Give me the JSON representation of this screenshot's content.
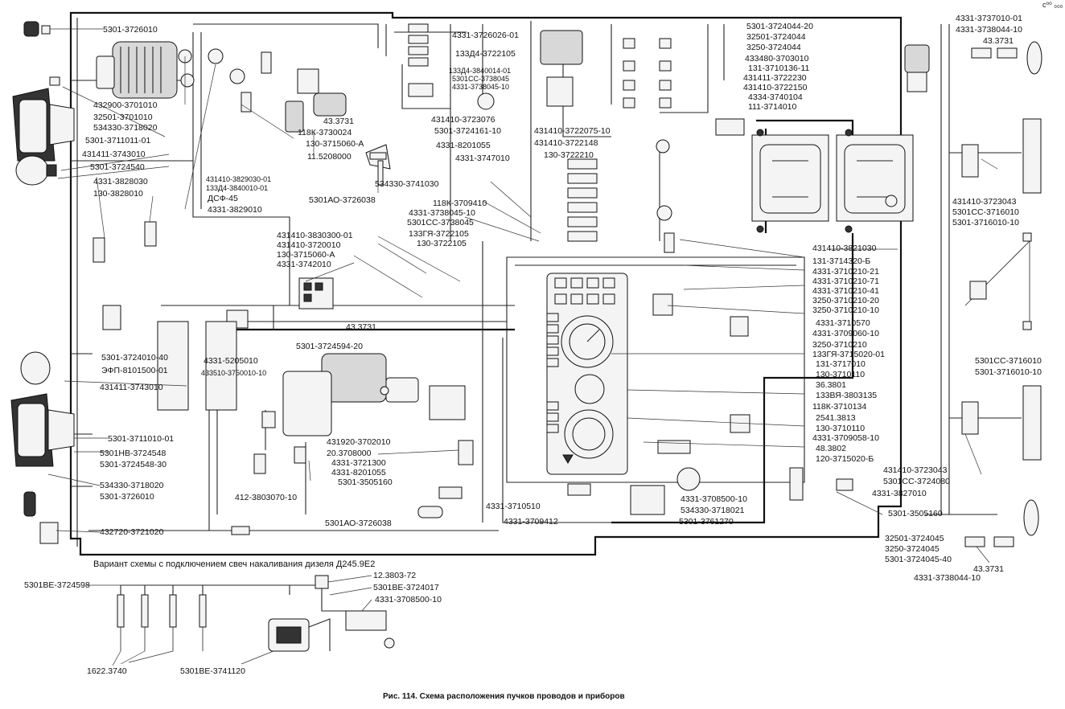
{
  "caption": "Рис. 114. Схема расположения пучков проводов и приборов",
  "corner_mark": "с⁰⁰ ₀₀₀",
  "variant_title": "Вариант схемы   с подключением свеч накаливания дизеля Д245.9Е2",
  "labels": {
    "l_5301_3726010_top": "5301-3726010",
    "l_432900_3701010": "432900-3701010",
    "l_32501_3701010": "32501-3701010",
    "l_534330_3718020_top": "534330-3718020",
    "l_5301_3711011_01": "5301-3711011-01",
    "l_431411_3743010_top": "431411-3743010",
    "l_5301_3724540": "5301-3724540",
    "l_4331_3828030": "4331-3828030",
    "l_130_3828010": "130-3828010",
    "l_43_3731_a": "43.3731",
    "l_118k_3730024": "118К-3730024",
    "l_130_3715060_a_top": "130-3715060-А",
    "l_11_5208000": "11.5208000",
    "l_431410_3829030_01": "431410-3829030-01",
    "l_133d4_3840010_01": "133Д4-3840010-01",
    "l_dsf_45": "ДСФ-45",
    "l_4331_3829010": "4331-3829010",
    "l_5301ao_3726038_top": "5301АО-3726038",
    "l_534330_3741030": "534330-3741030",
    "l_4331_3726026_01": "4331-3726026-01",
    "l_133d4_3722105": "133Д4-3722105",
    "l_133d4_3840014_01": "133Д4-3840014-01",
    "l_5301ss_3738045_a": "5301СС-3738045",
    "l_4331_3738045_10_a": "4331-3738045-10",
    "l_431410_3723076": "431410-3723076",
    "l_5301_3724161_10": "5301-3724161-10",
    "l_4331_8201055_top": "4331-8201055",
    "l_431410_3722075_10": "431410-3722075-10",
    "l_431410_3722148": "431410-3722148",
    "l_130_3722210": "130-3722210",
    "l_4331_3747010": "4331-3747010",
    "l_5301_3724044_20": "5301-3724044-20",
    "l_32501_3724044": "32501-3724044",
    "l_3250_3724044": "3250-3724044",
    "l_433480_3703010": "433480-3703010",
    "l_131_3710136_11": "131-3710136-11",
    "l_431411_3722230": "431411-3722230",
    "l_431410_3722150": "431410-3722150",
    "l_4334_3740104": "4334-3740104",
    "l_111_3714010": "111-3714010",
    "l_4331_3737010_01": "4331-3737010-01",
    "l_4331_3738044_10_top": "4331-3738044-10",
    "l_43_3731_tr": "43.3731",
    "l_118k_3709410": "118К-3709410",
    "l_4331_3738045_10_b": "4331-3738045-10",
    "l_5301ss_3738045_b": "5301СС-3738045",
    "l_133gya_3722105": "133ГЯ-3722105",
    "l_130_3722105": "130-3722105",
    "l_431410_3830300_01": "431410-3830300-01",
    "l_431410_3720010": "431410-3720010",
    "l_130_3715060_a_mid": "130-3715060-А",
    "l_4331_3742010": "4331-3742010",
    "l_43_3731_mid": "43.3731",
    "l_5301_3724594_20": "5301-3724594-20",
    "l_5301_3724010_40": "5301-3724010-40",
    "l_efp_8101500_01": "ЭФП-8101500-01",
    "l_4331_5205010": "4331-5205010",
    "l_433510_3750010_10": "433510-3750010-10",
    "l_431411_3743010_mid": "431411-3743010",
    "l_5301_3711010_01": "5301-3711010-01",
    "l_5301nv_3724548": "5301НВ-3724548",
    "l_5301_3724548_30": "5301-3724548-30",
    "l_534330_3718020_bot": "534330-3718020",
    "l_5301_3726010_bot": "5301-3726010",
    "l_432720_3721020": "432720-3721020",
    "l_431920_3702010": "431920-3702010",
    "l_20_3708000": "20.3708000",
    "l_4331_3721300": "4331-3721300",
    "l_4331_8201055_bot": "4331-8201055",
    "l_5301_3505160_a": "5301-3505160",
    "l_412_3803070_10": "412-3803070-10",
    "l_5301ao_3726038_bot": "5301АО-3726038",
    "l_4331_3710510": "4331-3710510",
    "l_4331_3709412": "4331-3709412",
    "l_4331_3708500_10_a": "4331-3708500-10",
    "l_534330_3718021": "534330-3718021",
    "l_5301_3761270": "5301-3761270",
    "l_431410_3821030": "431410-3821030",
    "l_131_3714320_b": "131-3714320-Б",
    "l_4331_3710210_21": "4331-3710210-21",
    "l_4331_3710210_71": "4331-3710210-71",
    "l_4331_3710210_41": "4331-3710210-41",
    "l_3250_3710210_20": "3250-3710210-20",
    "l_3250_3710210_10": "3250-3710210-10",
    "l_4331_3710570": "4331-3710570",
    "l_4331_3709060_10": "4331-3709060-10",
    "l_3250_3710210": "3250-3710210",
    "l_133gya_3715020_01": "133ГЯ-3715020-01",
    "l_131_3717010": "131-3717010",
    "l_130_3710110": "130-3710110",
    "l_36_3801": "36.3801",
    "l_133vya_3803135": "133ВЯ-3803135",
    "l_118k_3710134": "118К-3710134",
    "l_2541_3813": "2541.3813",
    "l_130_3710110_b": "130-3710110",
    "l_4331_3709058_10": "4331-3709058-10",
    "l_48_3802": "48.3802",
    "l_120_3715020_b": "120-3715020-Б",
    "l_431410_3723043_top": "431410-3723043",
    "l_5301ss_3716010_top": "5301СС-3716010",
    "l_5301_3716010_10_top": "5301-3716010-10",
    "l_5301ss_3716010_mid": "5301СС-3716010",
    "l_5301_3716010_10_mid": "5301-3716010-10",
    "l_431410_3723043_bot": "431410-3723043",
    "l_5301ss_3724080": "5301СС-3724080",
    "l_4331_3827010": "4331-3827010",
    "l_5301_3505160_b": "5301-3505160",
    "l_32501_3724045": "32501-3724045",
    "l_3250_3724045": "3250-3724045",
    "l_5301_3724045_40": "5301-3724045-40",
    "l_43_3731_br": "43.3731",
    "l_4331_3738044_10_bot": "4331-3738044-10",
    "l_5301ve_3724598": "5301ВЕ-3724598",
    "l_12_3803_72": "12.3803-72",
    "l_5301ve_3724017": "5301ВЕ-3724017",
    "l_4331_3708500_10_b": "4331-3708500-10",
    "l_1622_3740": "1622.3740",
    "l_5301ve_3741120": "5301ВЕ-3741120"
  }
}
